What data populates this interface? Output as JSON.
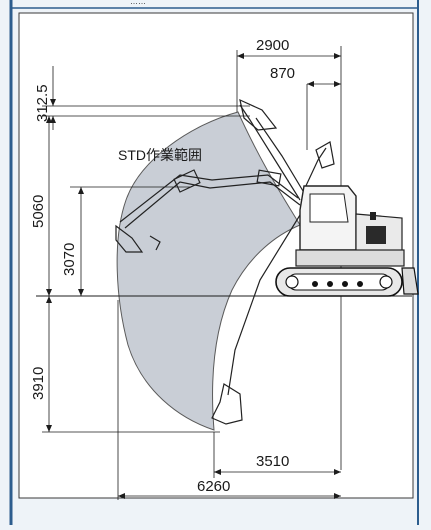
{
  "header": {
    "fragment": "……"
  },
  "label_area": "STD作業範囲",
  "dimensions": {
    "top_width_outer": "2900",
    "top_width_inner": "870",
    "left_small_height": "312.5",
    "max_height": "5060",
    "mid_height": "3070",
    "max_dig_depth": "3910",
    "reach_bottom": "3510",
    "max_reach": "6260"
  },
  "colors": {
    "background": "#eef3f8",
    "border": "#2d5d8e",
    "work_area": "#c9ced6",
    "lines": "#1c1c1c"
  }
}
